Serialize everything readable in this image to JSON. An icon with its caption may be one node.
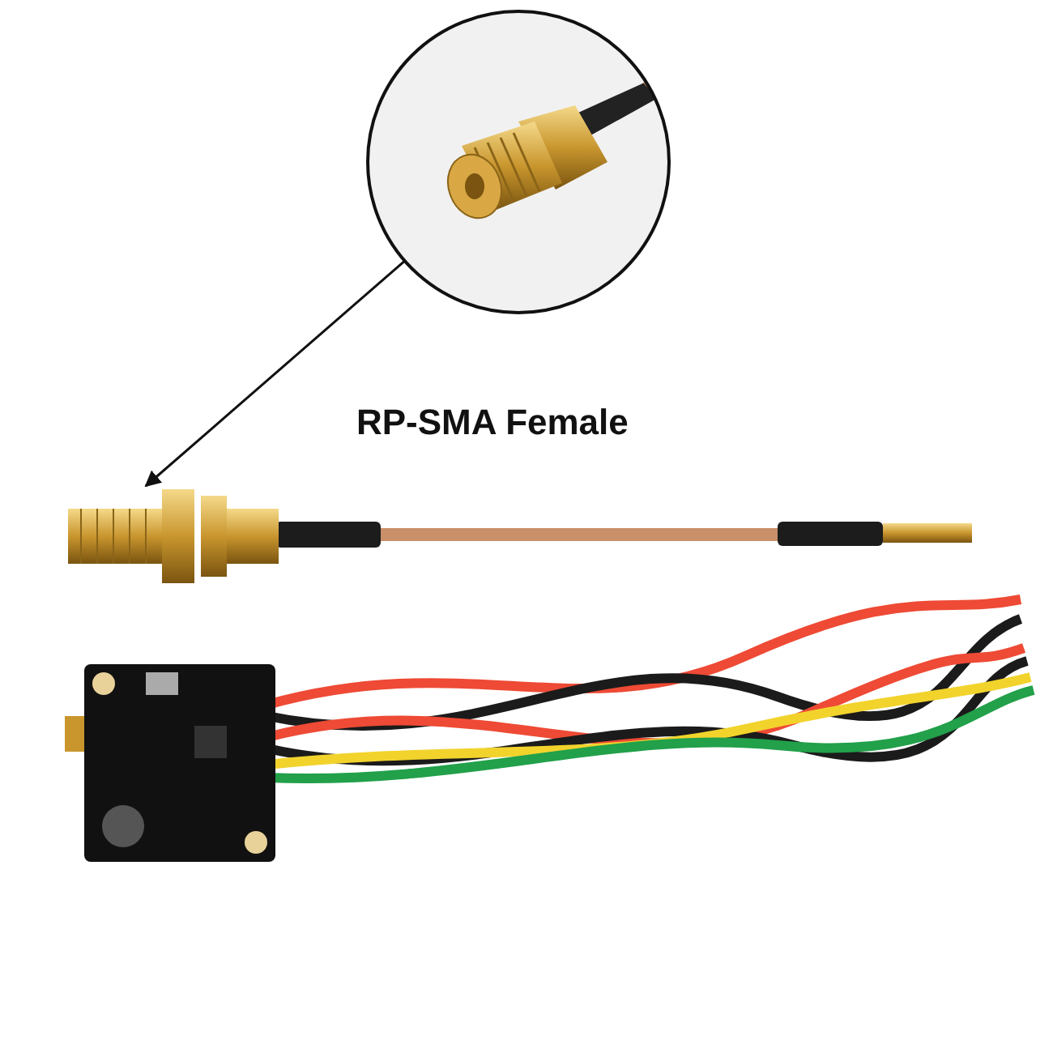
{
  "diagram": {
    "nodes": [
      {
        "text": [],
        "shape": "picture"
      },
      {
        "text": [],
        "shape": "picture"
      }
    ],
    "edges": [
      {
        "from": 0,
        "to": 1,
        "arrow": "to"
      }
    ],
    "labels": [
      "RP-SMA Female"
    ]
  }
}
